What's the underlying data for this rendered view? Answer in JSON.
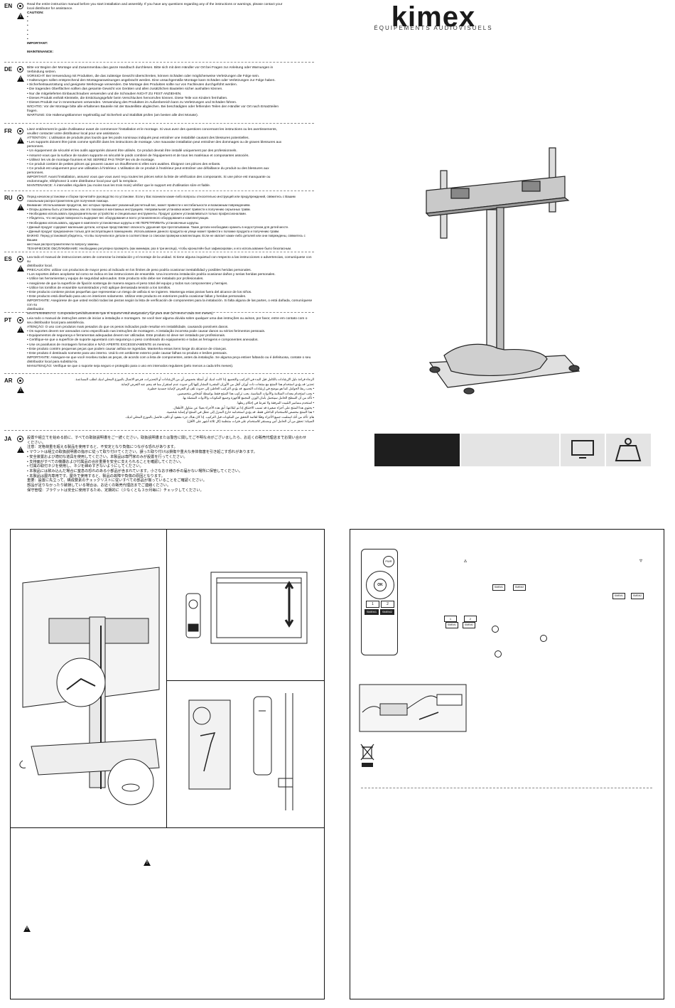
{
  "brand": {
    "name": "kimex",
    "tagline": "ÉQUIPEMENTS AUDIOVISUELS"
  },
  "languages": [
    {
      "code": "EN",
      "lines": [
        "Read the entire instruction manual before you start installation and assembly. If you have any questions regarding any of the instructions or warnings, please contact your",
        "local distributor for assistance.",
        "CAUTION:",
        "•",
        "•",
        "•",
        "•",
        "•",
        "•",
        "IMPORTANT:",
        "",
        "MAINTENANCE:"
      ]
    },
    {
      "code": "DE",
      "lines": [
        "Bitte vor Beginn der Montage und Zusammenbau das ganze Handbuch durchlesen. Bitte sich mit dem Händler vor Ort bei Fragen zur Anleitung oder Warnungen in",
        "Verbindung setzen.",
        "VORSICHT: Bei Verwendung mit Produkten, die das zulässige Gewicht überschreiten, können Schäden oder möglicherweise Verletzungen die Folge sein.",
        "• Halterungen sollen entsprechend den Montageanweisungen angebracht werden. Eine unsachgemäße Montage kann Schäden oder Verletzungen zur Folge haben.",
        "• Sicherheitsausrüstung und geeignete Werkzeuge verwenden. Die Montage des Produktes sollte nur von Fachleuten durchgeführt werden.",
        "• Die tragenden Oberflächen sollten das gesamte Gewicht von Geräten und allen zusätzlichen Bauteilen sicher aushalten können.",
        "• Nur die mitgelieferten Einbauschrauben verwenden und die Schrauben NICHT ZU FEST ANZIEHEN.",
        "• Dieses Produkt enthält Kleinteile, die Erstickungsgefahr beim Verschlucken hervorrufen können. Diese Teile von Kindern fernhalten.",
        "• Dieses Produkt nur in Innenräumen verwenden. Verwendung des Produktes im Außenbereich kann zu Verletzungen und Schäden führen.",
        "WICHTIG: Vor der Montage bitte alle erhaltenen Bauteile mit der Bauteilliste abgleichen. Bei beschädigten oder fehlenden Teilen den Händler vor Ort nach Ersatzteilen",
        "fragen.",
        "WARTUNG: Die Halterungsklammer regelmäßig auf Sicherheit und Stabilität prüfen (am besten alle drei Monate)."
      ]
    },
    {
      "code": "FR",
      "lines": [
        "Lisez entièrement le guide d'utilisateur avant de commencer l'installation et le montage. Si vous avez des questions concernant les instructions ou les avertissements,",
        "veuillez contacter votre distributeur local pour une assistance.",
        "ATTENTION : L'utilisation de produits plus lourds que les poids nominaux indiqués peut entraîner une instabilité causant des blessures potentielles.",
        "• Les supports doivent être joints comme spécifié dans les instructions de montage. Une mauvaise installation peut entraîner des dommages ou de graves blessures aux",
        "  personnes.",
        "• Un équipement de sécurité et les outils appropriés doivent être utilisés. Ce produit devrait être installé uniquement par des professionnels.",
        "• Assurez-vous que la surface de soutien supporte en sécurité le poids combiné de l'équipement et de tous les matériaux et composantes associés.",
        "• Utilisez les vis de montage fournies et NE SERREZ PAS TROP les vis de montage.",
        "• Ce produit contient de petites pièces qui peuvent causer un étouffement si elles sont avalées. Éloignez ces pièces des enfants.",
        "• Ce produit est uniquement pour une utilisation à l'intérieur. L'utilisation de ce produit à l'extérieur peut entraîner une défaillance du produit ou  des blessures aux",
        "  personnes.",
        "IMPORTANT: Avant l'installation, assurez vous que vous avez reçu toutes les pièces selon la liste de vérification des composants. Si une pièce est manquante ou",
        "endommagée, téléphonez à votre distributeur local pour qu'il la remplace.",
        "MAINTENANCE: À intervalles réguliers (au moins tous les trois mois) vérifiez que le support est d'utilisation sûre et fiable."
      ]
    },
    {
      "code": "RU",
      "lines": [
        "Перед началом установки и сборки прочитайте руководство по установке. Если у Вас возникли какие-либо вопросы относительно инструкций или предупреждений, свяжитесь с Вашим",
        "локальным распространителем для получения помощи.",
        "Внимание: Использование продуктов, вес которых превышает указанный расчетный вес, может привести к нестабильности и возможным повреждениям.",
        "• Опоры должны быть установлены, как это показано в монтажных инструкциях. Неправильная установка может привести к получению серьезных травм.",
        "• Необходимо использовать предохранительное устройство и специальные инструменты. Продукт должен устанавливаться только профессионалами.",
        "• Убедитесь, что несущая поверхность выдержит вес оборудования и всего установленного оборудования и комплектующих.",
        "• Необходимо использовать, идущие в комплекте установочные шурупы и НЕ ПЕРЕТЯГИВАТЬ установочные шурупы.",
        "• Данный продукт содержит маленькие детали, которые представляют опасность удушения при проглатывании. Такие детали необходимо хранить в недоступном для детей месте.",
        "• Данный продукт предназначен только для эксплуатации в помещениях. Использование данного продукта на улице может привести к поломке продукта и получению травм.",
        "ВАЖНО: Перед установкой убедитесь, что Вы получили все детали в соответствии со списком проверки комплектации. Если не хватает каких-либо деталей или они повреждены, свяжитесь с Вашим",
        "местным распространителем по вопросу замены.",
        "ТЕХНИЧЕСКОЕ ОБСЛУЖИВАНИЕ: Необходимо регулярно проверять (как минимум, раз в три месяца), чтобы кронштейн был зафиксирован, и его использование было безопасным."
      ]
    },
    {
      "code": "ES",
      "lines": [
        "Lea todo el manual de instrucciones antes de comenzar la instalación y el montaje de la unidad. Si tiene alguna inquietud con respecto a las instrucciones o advertencias, comuníquese con su",
        "distribuidor local.",
        "PRECAUCIÓN: utilizar con productos de mayor peso al indicado en los límites de peso podría ocasionar inestabilidad y posibles heridas personales.",
        "• Los soportes deben acoplarse tal como se indica en las instrucciones de ensamble. Una incorrecta instalación podría ocasionar daños y serias heridas personales.",
        "• Utilice las herramientas y equipo de seguridad adecuados. Este producto sólo debe ser instalado por profesionales.",
        "• Asegúrese de que la superficie de fijación sostenga de manera segura el peso total del equipo y todos sus componentes y herrajes.",
        "• Utilice los tornillos de ensamble suministrados y NO aplique demasiada tensión a los tornillos.",
        "• Este producto contiene piezas pequeñas que representan un riesgo de asfixia si se ingieren. Mantenga estas piezas fuera del alcance de los niños.",
        "• Este producto está diseñado para uso en interiores solamente. Utilizar este producto en exteriores podría ocasionar fallas y heridas personales.",
        "IMPORTANTE: Asegúrese de que usted recibió todas las piezas según la lista de verificación de componentes para la instalación. Si falta alguna de las partes, o está dañada, comuníquese con su",
        "distribuidor.",
        "MANTENIMIENTO: Compruebe periódicamente que el soporte está asegurado y fijo para usar (al menos cada tres meses)."
      ]
    },
    {
      "code": "PT",
      "lines": [
        "Leia todo o manual de instruções antes de iniciar a instalação e montagem. Se você tiver alguma dúvida sobre qualquer uma das instruções ou avisos, por favor, entre em contato com o",
        "seu distribuidor local para assistência.",
        "ATENÇÃO: O uso com produtos mais pesados do que os pesos indicados pode resultar em instabilidade, causando possíveis danos.",
        "• Os suportes devem ser anexados como especificado nas instruções de montagem. A instalação incorreta pode causar danos ou sérios ferimentos pessoais.",
        "• Equipamentos de segurança e ferramentas adequadas devem ser utilizadas. Este produto só deve ser instalado por profissionais.",
        "• Certifique-se que a superfície de suporte aguentará com segurança o peso combinado do equipamento e todas as ferragens e componentes anexados.",
        "• Use os parafusos de montagem fornecidos e NÃO APERTE EXCESSIVAMENTE os mesmos.",
        "• Este produto contém pequenas peças que podem causar asfixia se ingeridas. Mantenha essas itens longe do alcance de crianças.",
        "• Este produto é destinado somente para uso interno. Usá-lo em ambiente externo pode causar falhas no produto e lesões pessoais.",
        "IMPORTANTE: Assegure-se que você recebeu todas as peças, de acordo com a lista de componentes, antes da instalação. Se alguma peça estiver faltando ou é defeituosa, contate o seu",
        "distribuidor local para substituí-la.",
        "MANUTENÇÃO: Verifique se que o suporte seja seguro e protegido para o uso em intervalos regulares (pelo menos a cada três meses)."
      ]
    },
    {
      "code": "AR",
      "lines": [
        "الرجاء قراءة دليل الإرشادات بالكامل قبل البدء في التركيب والتجميع. إذا كانت لديك أي أسئلة بخصوص أي من الإرشادات أو التحذيرات، فنرجو الاتصال بالموزع المحلي لديك لطلب المساعدة.",
        "تحذير: قد يؤدي استخدام هذا المنتج مع منتجات ذات أوزان أثقل من الأوزان المقدرة المشار إليها إلى حدوث عدم استقرار مما قد ينجم عنه التعرض لإصابة.",
        "• يجب ربط الحوامل كما هو موضح في إرشادات التجميع. قد يؤدي التركيب الخاطئ إلى حدوث تلف أو التعرض لإصابة جسدية خطيرة.",
        "• يجب استخدام معدات السلامة والأدوات المناسبة. يجب تركيب هذا المنتج فقط بواسطة أشخاص متخصصين.",
        "• تأكد من أن السطح الحامل سيتحمل بأمان الوزن المجمع للأجهزة وجميع المكونات والأدوات المتصلة بها.",
        "• استخدم مسامير التثبيت المرفقة ولا تفرط في إحكام ربطها.",
        "• يحتوي هذا المنتج على أجزاء صغيرة قد تسبب الاختناق إذا تم ابتلاعها. أبق هذه الأجزاء بعيدًا عن متناول الأطفال.",
        "• هذا المنتج مخصص للاستخدام الداخلي فقط. قد يؤدي استخدامه خارج المنزل إلى عطل في المنتج أو إصابة شخصية.",
        "هام: تأكد من أنك استلمت جميع الأجزاء وفقًا لقائمة التحقق من المكونات قبل التركيب. إذا كان هناك جزء مفقود أو تالف، فاتصل بالموزع المحلي لديك.",
        "الصيانة: تحقق من أن الحامل آمن ومستقر للاستخدام على فترات منتظمة (كل ثلاثة أشهر على الأقل)."
      ]
    },
    {
      "code": "JA",
      "lines": [
        "設置や組立てを始める前に、すべての取扱説明書をご一読ください。取扱説明書または警告に関してご不明な点がございましたら、お近くの販売代理店までお問い合わせ",
        "ください。",
        "注意：定格荷重を超える製品を使用すると、不安定となり負傷につながる恐れがあります。",
        "• マウントは組立の取扱説明書の指示に従って取り付けてください。誤った取り付けは損傷や重大な身体傷害を引き起こす恐れがあります。",
        "• 安全装置および適切な道具を使用してください。本製品は専門家のみが設置を行ってください。",
        "• 支持面がすべての機器および付属品の合計重量を安全に支えられることを確認してください。",
        "• 付属の取付ネジを使用し、ネジを締めすぎないようにしてください。",
        "• 本製品には飲み込んだ場合に窒息の恐れのある小部品が含まれています。小さなお子様の手の届かない場所に保管してください。",
        "• 本製品は屋内専用です。屋外で使用すると、製品の故障や負傷の原因となります。",
        "重要：設置に先立って、構成要素のチェックリストに従いすべての部品が揃っていることをご確認ください。",
        "部品が足りなかったり破損している場合は、お近くの販売代理店までご連絡ください。",
        "保守管理：ブラケットは安全に使用するため、定期的に（少なくとも３か月毎に）チェックしてください。"
      ]
    }
  ],
  "remote": {
    "power_label": "PWR",
    "ok_label": "OK",
    "memory_buttons": [
      "1",
      "2"
    ],
    "memory_set_labels": [
      "SMEM1",
      "SMEM2"
    ]
  },
  "instruction_buttons": [
    "SMEM1",
    "SMEM2",
    "SMEM1",
    "SMEM2",
    "1",
    "2",
    "SMEM1",
    "SMEM2"
  ]
}
